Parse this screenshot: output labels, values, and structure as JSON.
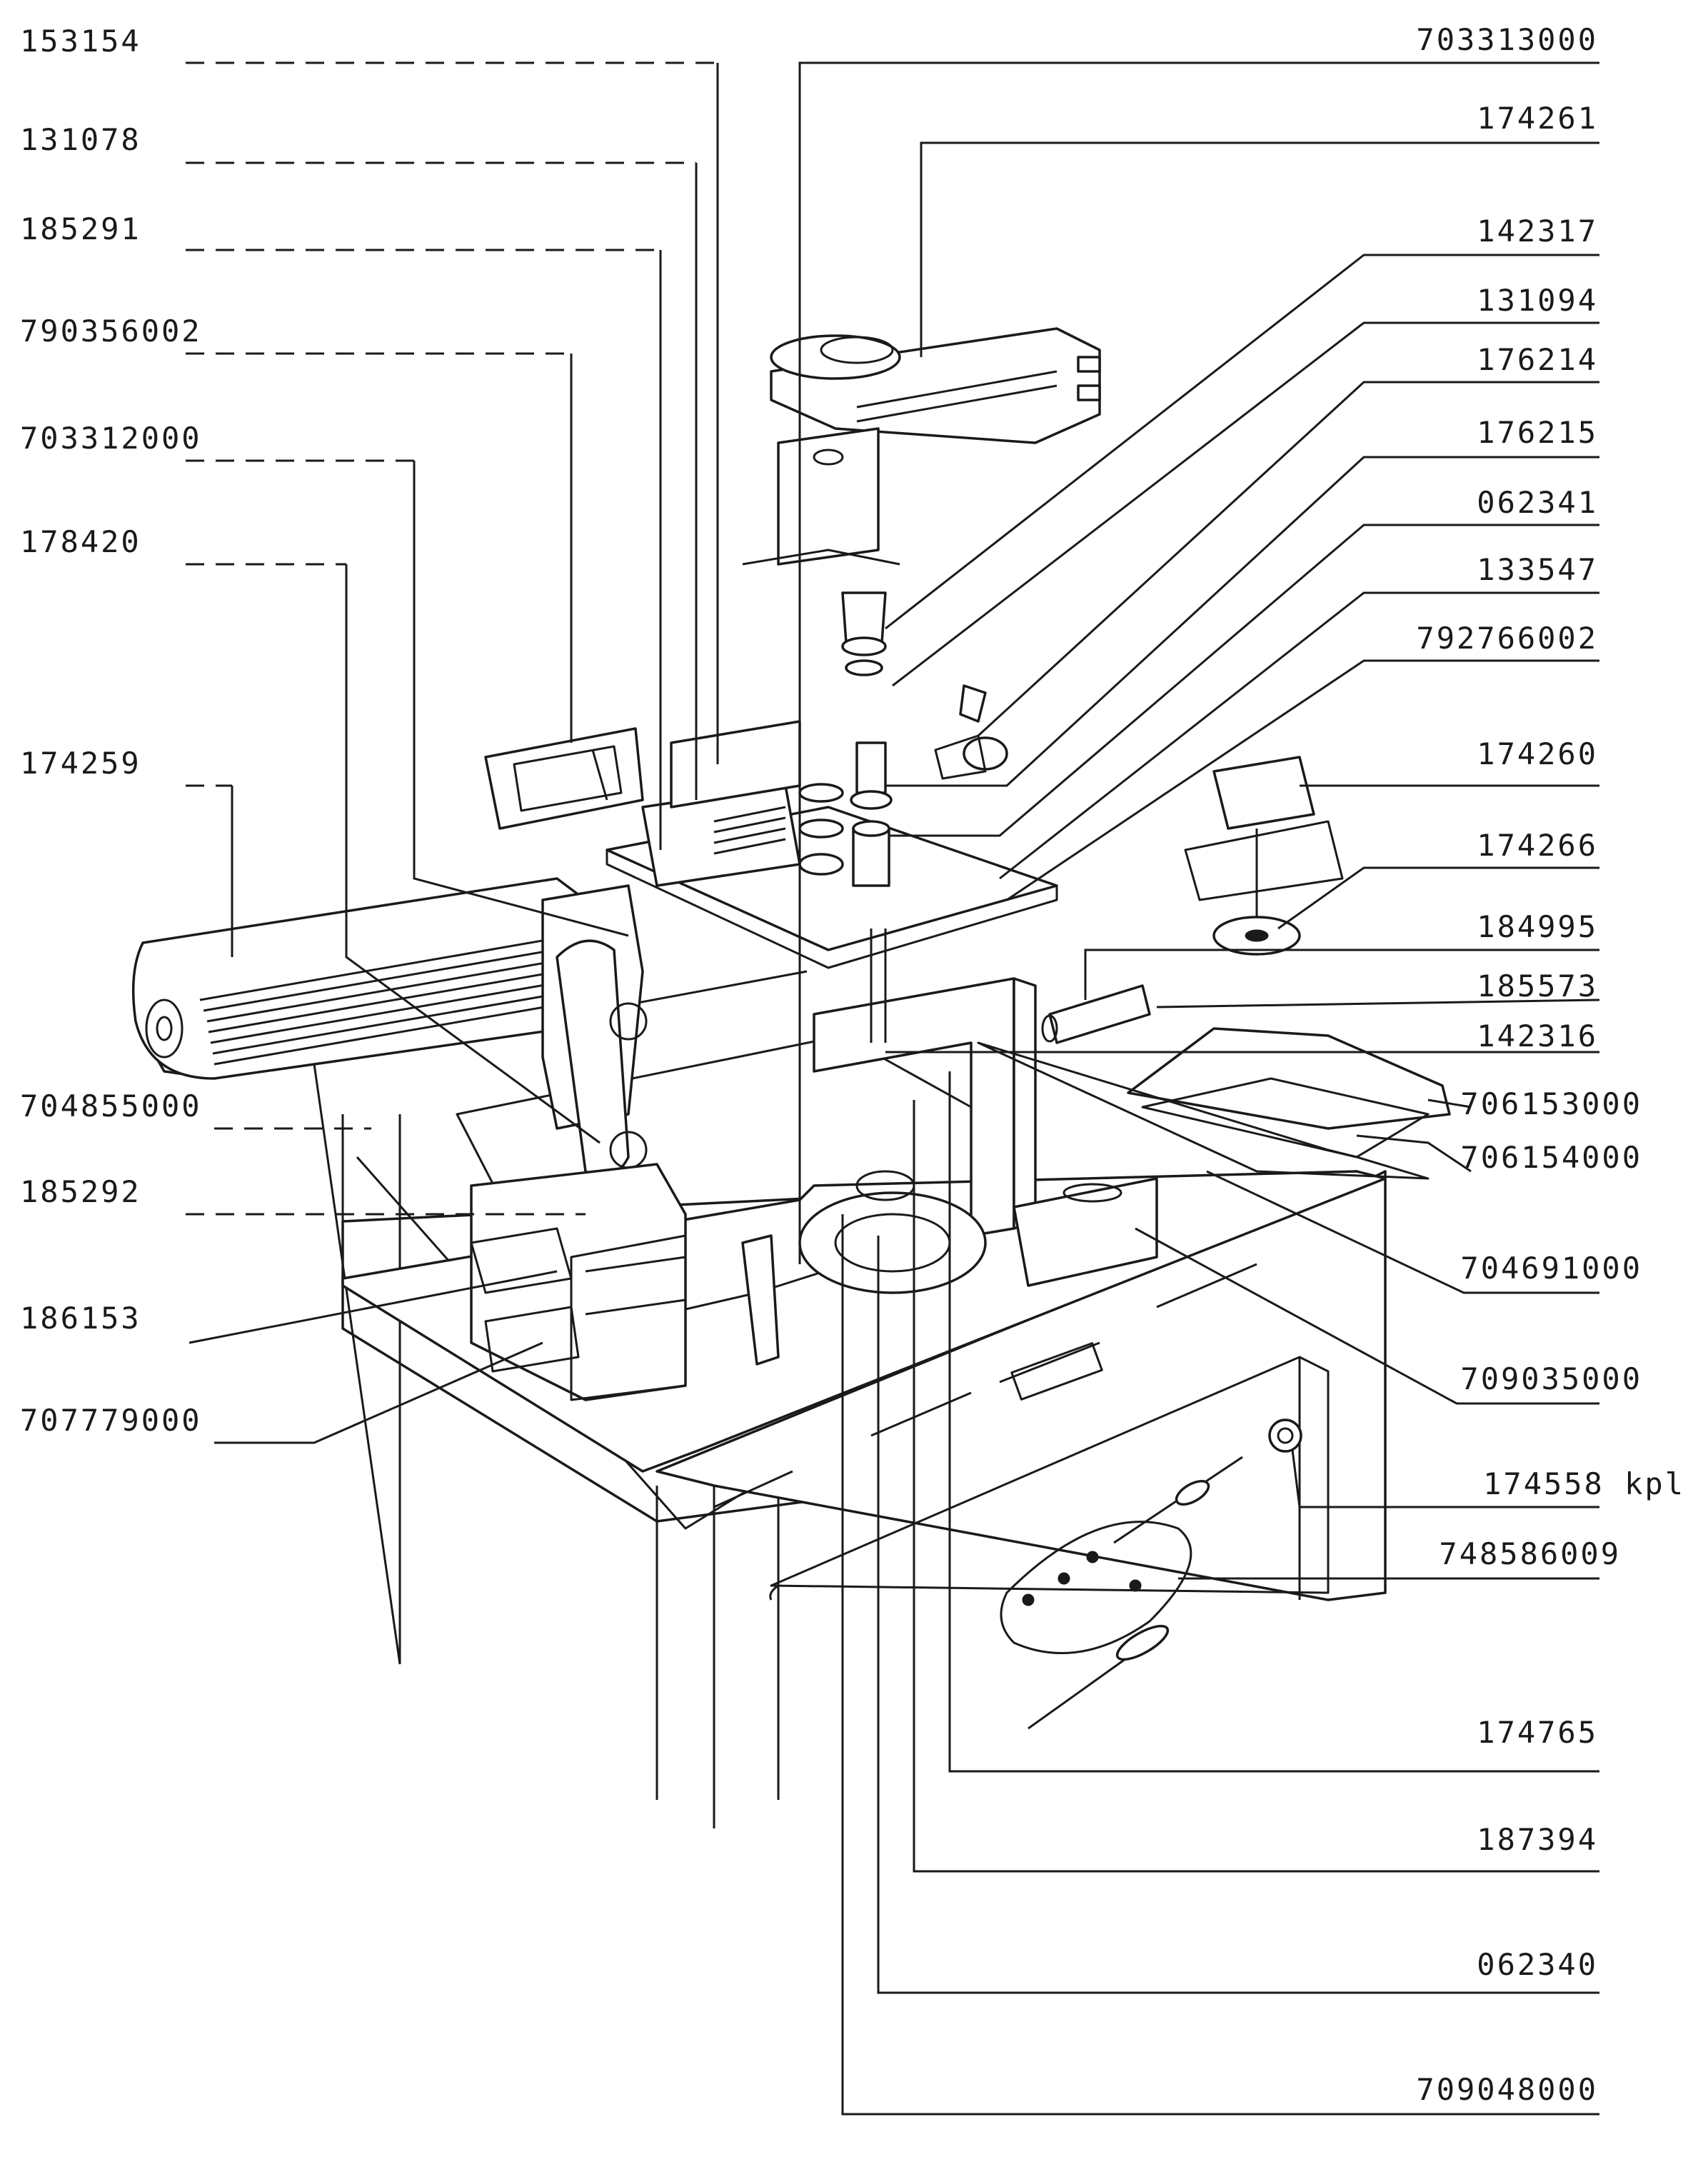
{
  "labels": {
    "l_153154": "153154",
    "l_131078": "131078",
    "l_185291": "185291",
    "l_790356002": "790356002",
    "l_703312000": "703312000",
    "l_178420": "178420",
    "l_174259": "174259",
    "l_704855000": "704855000",
    "l_185292": "185292",
    "l_186153": "186153",
    "l_707779000": "707779000",
    "r_703313000": "703313000",
    "r_174261": "174261",
    "r_142317": "142317",
    "r_131094": "131094",
    "r_176214": "176214",
    "r_176215": "176215",
    "r_062341": "062341",
    "r_133547": "133547",
    "r_792766002": "792766002",
    "r_174260": "174260",
    "r_174266": "174266",
    "r_184995": "184995",
    "r_185573": "185573",
    "r_142316": "142316",
    "r_706153000": "706153000",
    "r_706154000": "706154000",
    "r_704691000": "704691000",
    "r_709035000": "709035000",
    "r_174558": "174558 kpl",
    "r_748586009": "748586009",
    "r_174765": "174765",
    "r_187394": "187394",
    "r_062340": "062340",
    "r_709048000": "709048000"
  }
}
